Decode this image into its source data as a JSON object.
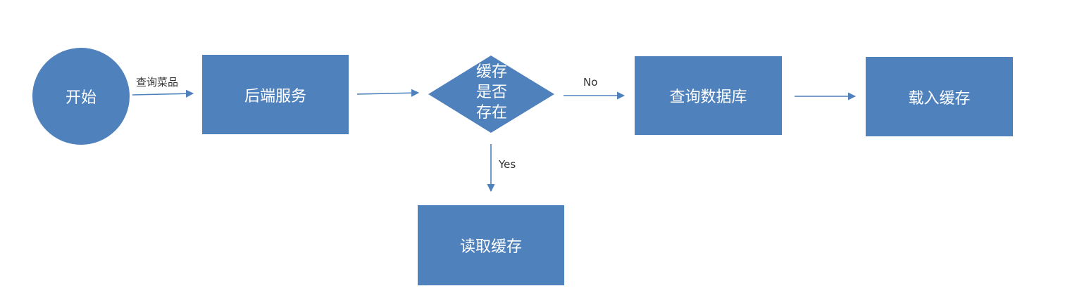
{
  "nodes": {
    "start": "开始",
    "backend": "后端服务",
    "decision": "缓存\n是否\n存在",
    "query_db": "查询数据库",
    "load_cache": "载入缓存",
    "read_cache": "读取缓存"
  },
  "edges": {
    "query_dish": "查询菜品",
    "no": "No",
    "yes": "Yes"
  },
  "colors": {
    "node_fill": "#4f81bd",
    "arrow": "#4f81bd",
    "node_text": "#ffffff",
    "edge_text": "#333333"
  }
}
